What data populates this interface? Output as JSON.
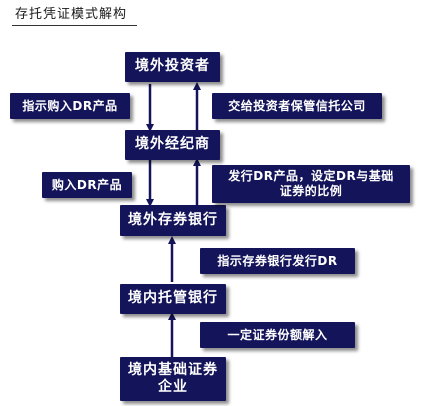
{
  "title": "存托凭证模式解构",
  "colors": {
    "box_bg": "#14145a",
    "arrow": "#14145a"
  },
  "nodes": {
    "foreign_investor": "境外投资者",
    "foreign_broker": "境外经纪商",
    "foreign_depositary_bank": "境外存券银行",
    "domestic_custodian_bank": "境内托管银行",
    "domestic_underlying_company": "境内基础证券\n企业"
  },
  "edge_labels": {
    "instruct_buy_dr": "指示购入DR产品",
    "buy_dr": "购入DR产品",
    "deliver_trust": "交给投资者保管信托公司",
    "issue_dr_ratio": "发行DR产品，设定DR与基础\n证券的比例",
    "instruct_depositary_issue": "指示存券银行发行DR",
    "deposit_securities": "一定证券份额解入"
  }
}
